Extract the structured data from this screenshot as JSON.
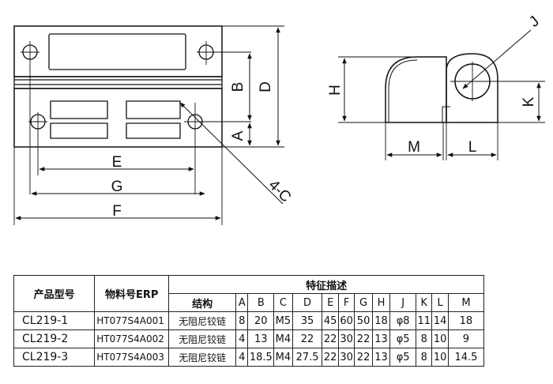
{
  "drawing": {
    "front_labels": {
      "A": "A",
      "B": "B",
      "D": "D",
      "E": "E",
      "G": "G",
      "F": "F",
      "C": "4-C"
    },
    "side_labels": {
      "H": "H",
      "J": "J",
      "K": "K",
      "M": "M",
      "L": "L"
    }
  },
  "table": {
    "headers": {
      "model": "产品型号",
      "erp": "物料号ERP",
      "features": "特征描述",
      "structure": "结构",
      "cols": [
        "A",
        "B",
        "C",
        "D",
        "E",
        "F",
        "G",
        "H",
        "J",
        "K",
        "L",
        "M"
      ]
    },
    "rows": [
      {
        "model": "CL219-1",
        "erp": "HT077S4A001",
        "structure": "无阻尼铰链",
        "A": "8",
        "B": "20",
        "C": "M5",
        "D": "35",
        "E": "45",
        "F": "60",
        "G": "50",
        "H": "18",
        "J": "φ8",
        "K": "11",
        "L": "14",
        "M": "18"
      },
      {
        "model": "CL219-2",
        "erp": "HT077S4A002",
        "structure": "无阻尼铰链",
        "A": "4",
        "B": "13",
        "C": "M4",
        "D": "22",
        "E": "22",
        "F": "30",
        "G": "22",
        "H": "13",
        "J": "φ5",
        "K": "8",
        "L": "10",
        "M": "9"
      },
      {
        "model": "CL219-3",
        "erp": "HT077S4A003",
        "structure": "无阻尼铰链",
        "A": "4",
        "B": "18.5",
        "C": "M4",
        "D": "27.5",
        "E": "22",
        "F": "30",
        "G": "22",
        "H": "13",
        "J": "φ5",
        "K": "8",
        "L": "10",
        "M": "14.5"
      }
    ]
  }
}
